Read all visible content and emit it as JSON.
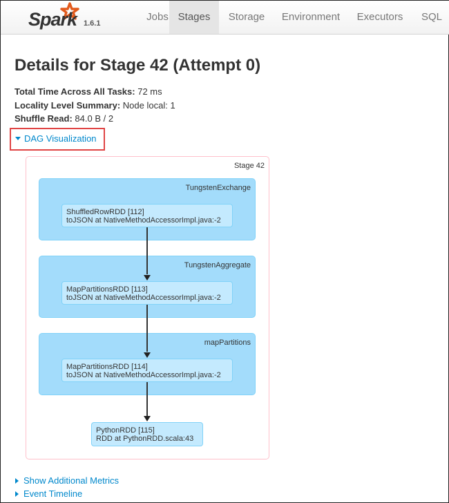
{
  "navbar": {
    "brand": "Spark",
    "version": "1.6.1",
    "items": [
      {
        "label": "Jobs",
        "active": false
      },
      {
        "label": "Stages",
        "active": true
      },
      {
        "label": "Storage",
        "active": false
      },
      {
        "label": "Environment",
        "active": false
      },
      {
        "label": "Executors",
        "active": false
      },
      {
        "label": "SQL",
        "active": false
      }
    ]
  },
  "page": {
    "title": "Details for Stage 42 (Attempt 0)",
    "summary": [
      {
        "label": "Total Time Across All Tasks:",
        "value": "72 ms"
      },
      {
        "label": "Locality Level Summary:",
        "value": "Node local: 1"
      },
      {
        "label": "Shuffle Read:",
        "value": "84.0 B / 2"
      }
    ],
    "dag_toggle": "DAG Visualization",
    "highlight_color": "#e04444",
    "dag": {
      "stage_label": "Stage 42",
      "clusters": [
        {
          "label": "TungstenExchange",
          "node": {
            "name": "ShuffledRowRDD [112]",
            "callsite": "toJSON at NativeMethodAccessorImpl.java:-2"
          }
        },
        {
          "label": "TungstenAggregate",
          "node": {
            "name": "MapPartitionsRDD [113]",
            "callsite": "toJSON at NativeMethodAccessorImpl.java:-2"
          }
        },
        {
          "label": "mapPartitions",
          "node": {
            "name": "MapPartitionsRDD [114]",
            "callsite": "toJSON at NativeMethodAccessorImpl.java:-2"
          }
        }
      ],
      "final_node": {
        "name": "PythonRDD [115]",
        "callsite": "RDD at PythonRDD.scala:43"
      }
    },
    "additional_metrics": "Show Additional Metrics",
    "event_timeline": "Event Timeline"
  }
}
